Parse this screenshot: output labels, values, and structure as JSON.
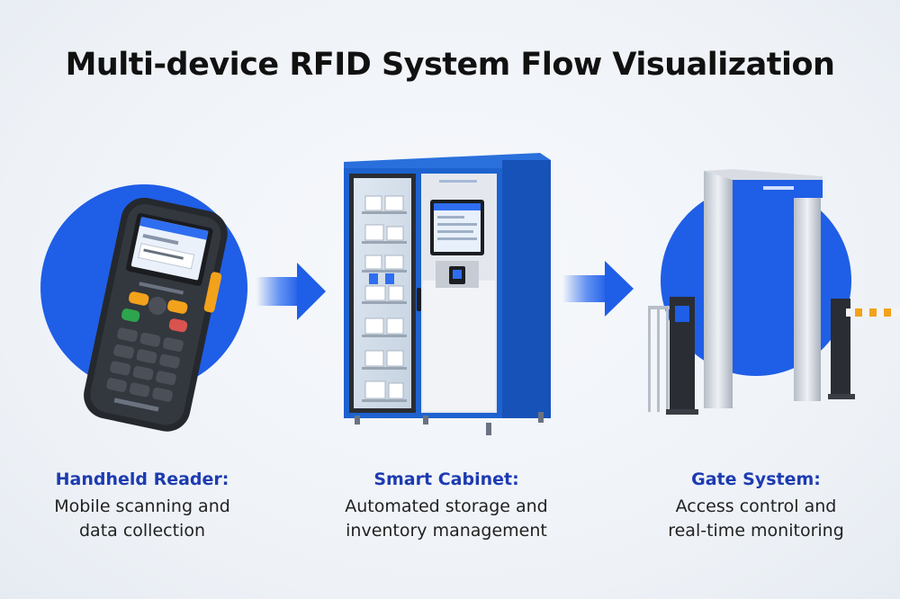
{
  "title": "Multi-device RFID System Flow Visualization",
  "colors": {
    "accent_blue": "#1f5ee6",
    "caption_blue": "#1d3bb0",
    "device_dark": "#2a2d33",
    "cabinet_blue": "#1e62d0"
  },
  "devices": [
    {
      "name": "Handheld Reader:",
      "desc_lines": [
        "Mobile scanning and",
        "data collection"
      ],
      "icon": "handheld-reader-icon"
    },
    {
      "name": "Smart Cabinet:",
      "desc_lines": [
        "Automated storage and",
        "inventory management"
      ],
      "icon": "smart-cabinet-icon"
    },
    {
      "name": "Gate System:",
      "desc_lines": [
        "Access control and",
        "real-time monitoring"
      ],
      "icon": "gate-system-icon"
    }
  ],
  "flow_arrows": [
    "arrow-right-icon",
    "arrow-right-icon"
  ]
}
